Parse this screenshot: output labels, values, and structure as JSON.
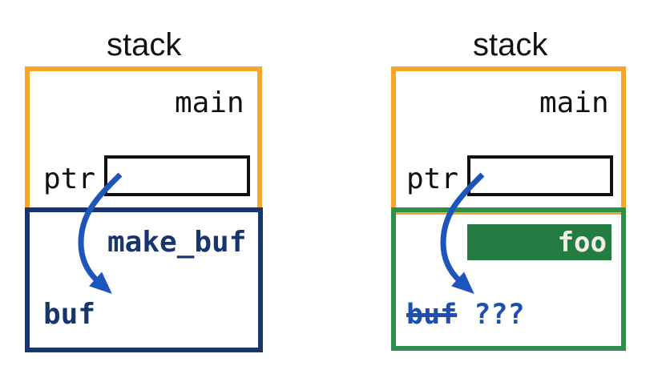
{
  "figure": {
    "description_colors": {
      "caller_frame_border": "#F7A62B",
      "callee_frame_border_left": "#17356E",
      "callee_frame_border_right": "#2E8F4C",
      "foo_fill": "#247C43",
      "arrow_blue": "#1E55BB",
      "dangling_text_blue": "#1D4FAE",
      "pointer_box_border": "#111111"
    }
  },
  "panels": [
    {
      "title": "stack",
      "frame_label": "main",
      "pointer_label": "ptr",
      "callee_frame_label": "make_buf",
      "buffer_label": "buf"
    },
    {
      "title": "stack",
      "frame_label": "main",
      "pointer_label": "ptr",
      "callee_frame_label": "foo",
      "buffer_label": "buf",
      "buffer_value": "???"
    }
  ]
}
